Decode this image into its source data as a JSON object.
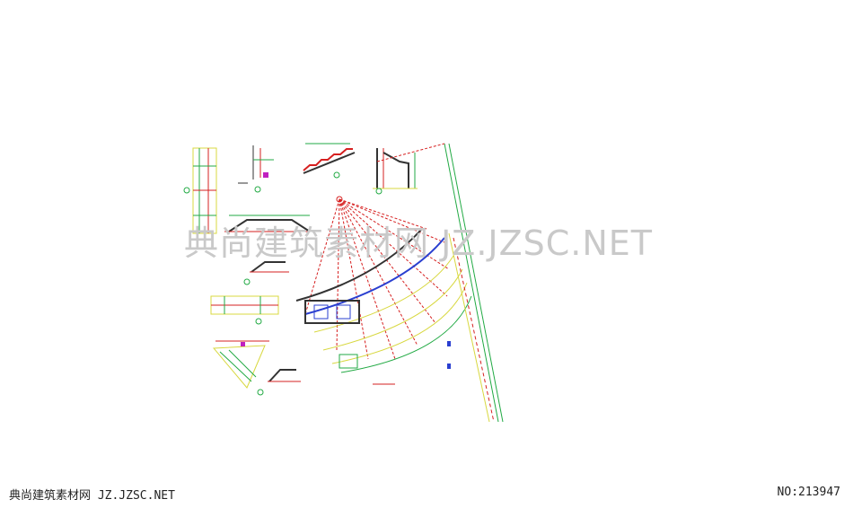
{
  "watermark": {
    "text": "典尚建筑素材网 JZ.JZSC.NET"
  },
  "footer": {
    "site_text": "典尚建筑素材网 JZ.JZSC.NET",
    "number_text": "NO:213947"
  },
  "colors": {
    "background": "#ffffff",
    "line_red": "#d62020",
    "line_green": "#22aa44",
    "line_yellow": "#d8d840",
    "line_blue": "#2a3fd0",
    "line_dark": "#333333",
    "accent_magenta": "#c020c0"
  }
}
